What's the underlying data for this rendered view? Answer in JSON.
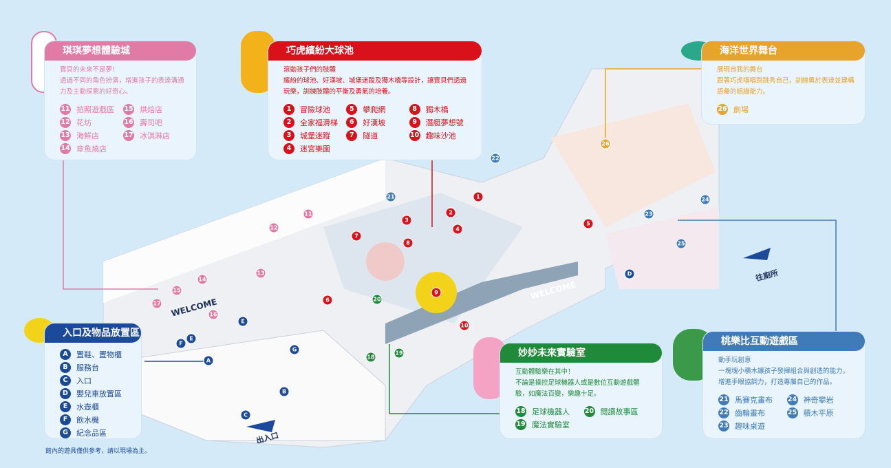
{
  "colors": {
    "pink": "#e27aa6",
    "red": "#d9111b",
    "orange": "#e8a32a",
    "navy": "#1c4a9a",
    "green": "#1f8a3a",
    "blue": "#3f7bb8",
    "background": "#d5eaf8"
  },
  "panels": {
    "qiqi": {
      "title": "琪琪夢想體驗城",
      "desc": [
        "寶貝的未來不是夢！",
        "透過不同的角色扮演，增進孩子的表達溝通力及主動探索的好奇心。"
      ],
      "items": [
        {
          "n": "11",
          "label": "拍照遊戲區"
        },
        {
          "n": "15",
          "label": "烘焙店"
        },
        {
          "n": "12",
          "label": "花坊"
        },
        {
          "n": "16",
          "label": "壽司吧"
        },
        {
          "n": "13",
          "label": "海鮮店"
        },
        {
          "n": "17",
          "label": "冰淇淋店"
        },
        {
          "n": "14",
          "label": "章魚燒店"
        }
      ]
    },
    "tiger": {
      "title": "巧虎繽紛大球池",
      "desc": [
        "滾動孩子們的肢體",
        "繽紛的球池、好漢坡、城堡迷蹤及獨木橋等設計，讓寶貝們透過玩樂，訓練肢體的平衡及勇氣的培養。"
      ],
      "items": [
        {
          "n": "1",
          "label": "冒險球池"
        },
        {
          "n": "5",
          "label": "攀爬網"
        },
        {
          "n": "8",
          "label": "獨木橋"
        },
        {
          "n": "2",
          "label": "全家福滑梯"
        },
        {
          "n": "6",
          "label": "好漢坡"
        },
        {
          "n": "9",
          "label": "潛艇夢想號"
        },
        {
          "n": "3",
          "label": "城堡迷蹤"
        },
        {
          "n": "7",
          "label": "隧道"
        },
        {
          "n": "10",
          "label": "趣味沙池"
        },
        {
          "n": "4",
          "label": "迷宮樂園"
        }
      ]
    },
    "ocean": {
      "title": "海洋世界舞台",
      "desc": [
        "展現自我的舞台",
        "跟著巧虎唱唱跳跳秀自己，訓練勇於表達並建構語彙的組織能力。"
      ],
      "items": [
        {
          "n": "26",
          "label": "劇場"
        }
      ]
    },
    "entrance": {
      "title": "入口及物品放置區",
      "items": [
        {
          "n": "A",
          "label": "置鞋、置物櫃"
        },
        {
          "n": "B",
          "label": "服務台"
        },
        {
          "n": "C",
          "label": "入口"
        },
        {
          "n": "D",
          "label": "嬰兒車放置區"
        },
        {
          "n": "E",
          "label": "水壺櫃"
        },
        {
          "n": "F",
          "label": "飲水機"
        },
        {
          "n": "G",
          "label": "紀念品區"
        }
      ]
    },
    "mimi": {
      "title": "妙妙未來實驗室",
      "desc": [
        "互動體驗樂在其中！",
        "不論是操控足球機器人或是數位互動遊戲體驗，如魔法百變，樂趣十足。"
      ],
      "items": [
        {
          "n": "18",
          "label": "足球機器人"
        },
        {
          "n": "20",
          "label": "閱讀故事區"
        },
        {
          "n": "19",
          "label": "魔法實驗室"
        }
      ]
    },
    "taolebi": {
      "title": "桃樂比互動遊戲區",
      "desc": [
        "動手玩創意",
        "一塊塊小積木讓孩子發揮組合與創造的能力，增進手眼協調力，打造專屬自己的作品。"
      ],
      "items": [
        {
          "n": "21",
          "label": "馬賽克畫布"
        },
        {
          "n": "24",
          "label": "神奇攀岩"
        },
        {
          "n": "22",
          "label": "齒輪畫布"
        },
        {
          "n": "25",
          "label": "積木平原"
        },
        {
          "n": "23",
          "label": "趣味桌遊"
        }
      ]
    }
  },
  "map": {
    "entrance_label": "出入口",
    "restroom_label": "往廁所",
    "welcome": "WELCOME",
    "markers": [
      "1",
      "2",
      "3",
      "4",
      "5",
      "6",
      "7",
      "8",
      "9",
      "10",
      "11",
      "12",
      "13",
      "14",
      "15",
      "16",
      "17",
      "18",
      "19",
      "20",
      "21",
      "22",
      "23",
      "24",
      "25",
      "26",
      "A",
      "B",
      "C",
      "D",
      "E",
      "E",
      "F",
      "G"
    ]
  },
  "footnote": "館內的遊具僅供參考，請以現場為主。"
}
